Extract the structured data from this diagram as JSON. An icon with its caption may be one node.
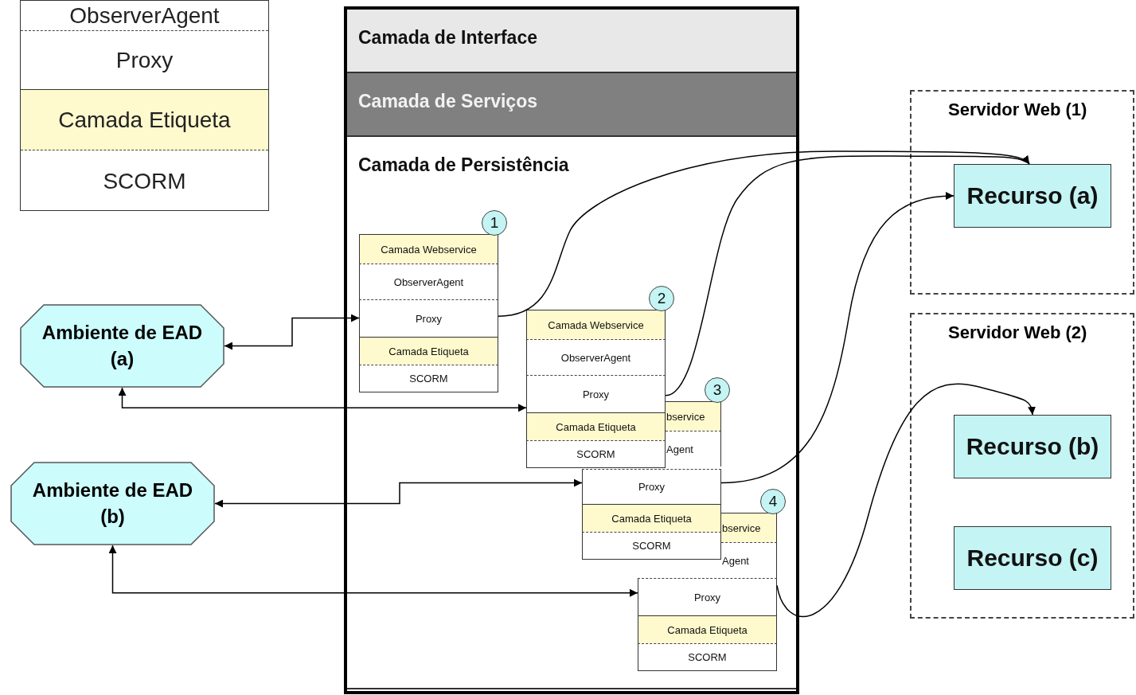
{
  "diagram": {
    "nodes": [
      {
        "text": [
          "ObserverAgent",
          "Proxy",
          "Camada Etiqueta",
          "SCORM"
        ]
      },
      {
        "text": [],
        "shape": "box"
      },
      {
        "text": [
          "Camada de Interface"
        ],
        "in": 1
      },
      {
        "text": [
          "Camada de Serviços"
        ],
        "in": 1
      },
      {
        "text": [
          "Camada de Persistência"
        ],
        "in": 1
      },
      {
        "text": [
          "1"
        ],
        "in": 4
      },
      {
        "text": [
          "Camada Webservice"
        ],
        "in": 4
      },
      {
        "text": [
          "ObserverAgent"
        ],
        "in": 4
      },
      {
        "text": [
          "Proxy"
        ],
        "in": 4
      },
      {
        "text": [
          "Camada Etiqueta"
        ],
        "in": 4
      },
      {
        "text": [
          "SCORM"
        ],
        "in": 4
      },
      {
        "text": [
          "2"
        ],
        "in": 4
      },
      {
        "text": [
          "Camada Webservice"
        ],
        "in": 4
      },
      {
        "text": [
          "ObserverAgent"
        ],
        "in": 4
      },
      {
        "text": [
          "Proxy"
        ],
        "in": 4
      },
      {
        "text": [
          "Camada Etiqueta"
        ],
        "in": 4
      },
      {
        "text": [
          "SCORM"
        ],
        "in": 4
      },
      {
        "text": [
          "3"
        ],
        "in": 4
      },
      {
        "text": [
          "bservice"
        ],
        "in": 4
      },
      {
        "text": [
          "Agent"
        ],
        "in": 4
      },
      {
        "text": [
          "Proxy"
        ],
        "in": 4
      },
      {
        "text": [
          "Camada Etiqueta"
        ],
        "in": 4
      },
      {
        "text": [
          "SCORM"
        ],
        "in": 4
      },
      {
        "text": [
          "4"
        ],
        "in": 4
      },
      {
        "text": [
          "bservice"
        ],
        "in": 4
      },
      {
        "text": [
          "Agent"
        ],
        "in": 4
      },
      {
        "text": [
          "Proxy"
        ],
        "in": 4
      },
      {
        "text": [
          "Camada Etiqueta"
        ],
        "in": 4
      },
      {
        "text": [
          "SCORM"
        ],
        "in": 4
      },
      {
        "text": [
          "Ambiente de EAD (a)"
        ]
      },
      {
        "text": [
          "Ambiente de EAD (b)"
        ]
      },
      {
        "text": [
          "Servidor Web (1)"
        ]
      },
      {
        "text": [
          "Recurso (a)"
        ],
        "in": 31
      },
      {
        "text": [
          "Servidor Web (2)"
        ]
      },
      {
        "text": [
          "Recurso (b)"
        ],
        "in": 33
      },
      {
        "text": [
          "Recurso (c)"
        ],
        "in": 33
      }
    ],
    "edges": [
      {
        "from": 29,
        "to": 8,
        "arrow": "both"
      },
      {
        "from": 29,
        "to": 14,
        "arrow": "both"
      },
      {
        "from": 30,
        "to": 20,
        "arrow": "both"
      },
      {
        "from": 30,
        "to": 26,
        "arrow": "both"
      },
      {
        "from": 8,
        "to": 32,
        "arrow": "to"
      },
      {
        "from": 14,
        "to": 32,
        "arrow": "to"
      },
      {
        "from": 20,
        "to": 32,
        "arrow": "to"
      },
      {
        "from": 26,
        "to": 34,
        "arrow": "to"
      }
    ]
  }
}
